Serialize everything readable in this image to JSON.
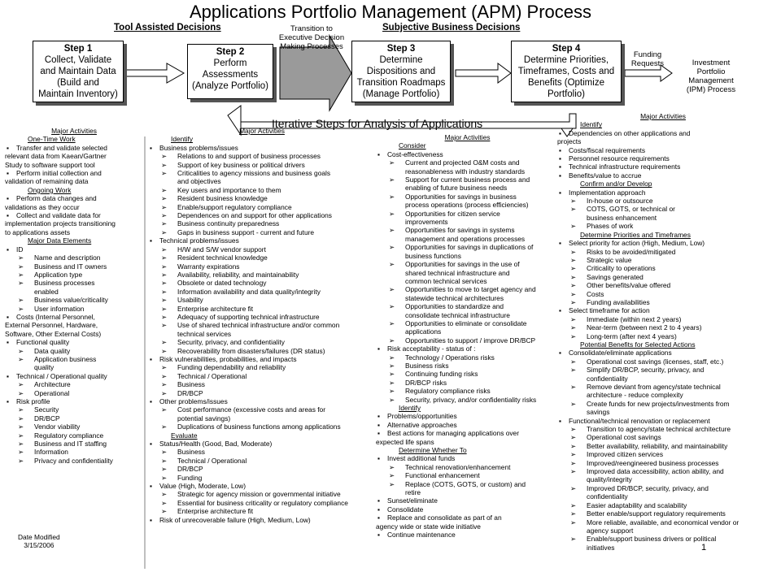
{
  "title": "Applications Portfolio Management (APM) Process",
  "sections": {
    "tool_assisted": "Tool Assisted Decisions",
    "subjective": "Subjective Business Decisions"
  },
  "steps": [
    {
      "head": "Step 1",
      "lines": [
        "Collect, Validate",
        "and Maintain Data",
        "(Build and",
        "Maintain Inventory)"
      ]
    },
    {
      "head": "Step 2",
      "lines": [
        "Perform",
        "Assessments",
        "(Analyze Portfolio)"
      ]
    },
    {
      "head": "Step 3",
      "lines": [
        "Determine",
        "Dispositions and",
        "Transition Roadmaps",
        "(Manage Portfolio)"
      ]
    },
    {
      "head": "Step 4",
      "lines": [
        "Determine Priorities,",
        "Timeframes, Costs and",
        "Benefits (Optimize",
        "Portfolio)"
      ]
    }
  ],
  "transition_label": [
    "Transition to",
    "Executive Decision",
    "Making Processes"
  ],
  "funding_label": [
    "Funding",
    "Requests"
  ],
  "investment_label": [
    "Investment",
    "Portfolio",
    "Management",
    "(IPM) Process"
  ],
  "iterative_label": "Iterative Steps for Analysis of Applications",
  "date_modified": [
    "Date Modified",
    "3/15/2006"
  ],
  "page_number": "1",
  "col1": [
    [
      "h",
      "Major Activities"
    ],
    [
      "u",
      "One-Time Work"
    ],
    [
      "b",
      "Transfer and validate selected"
    ],
    [
      "t",
      "relevant data from Kaean/Gartner"
    ],
    [
      "t",
      "Study to software support tool"
    ],
    [
      "b",
      "Perform initial collection and"
    ],
    [
      "t",
      "validation of remaining data"
    ],
    [
      "u",
      "Ongoing Work"
    ],
    [
      "b",
      "Perform data changes and"
    ],
    [
      "t",
      "validations as they occur"
    ],
    [
      "b",
      "Collect and validate data for"
    ],
    [
      "t",
      "implementation projects transitioning"
    ],
    [
      "t",
      "to applications assets"
    ],
    [
      "u",
      "Major Data Elements"
    ],
    [
      "b",
      "ID"
    ],
    [
      "a",
      "Name and description"
    ],
    [
      "a",
      "Business and IT owners"
    ],
    [
      "a",
      "Application type"
    ],
    [
      "a",
      "Business processes"
    ],
    [
      "a2",
      "enabled"
    ],
    [
      "a",
      "Business value/criticality"
    ],
    [
      "a",
      "User information"
    ],
    [
      "b",
      "Costs (Internal Personnel,"
    ],
    [
      "t",
      "External Personnel, Hardware,"
    ],
    [
      "t",
      "Software, Other External Costs)"
    ],
    [
      "b",
      "Functional quality"
    ],
    [
      "a",
      "Data quality"
    ],
    [
      "a",
      "Application business"
    ],
    [
      "a2",
      "quality"
    ],
    [
      "b",
      "Technical / Operational quality"
    ],
    [
      "a",
      "Architecture"
    ],
    [
      "a",
      "Operational"
    ],
    [
      "b",
      "Risk profile"
    ],
    [
      "a",
      "Security"
    ],
    [
      "a",
      "DR/BCP"
    ],
    [
      "a",
      "Vendor viability"
    ],
    [
      "a",
      "Regulatory compliance"
    ],
    [
      "a",
      "Business and IT staffing"
    ],
    [
      "a",
      "Information"
    ],
    [
      "a",
      "Privacy and confidentiality"
    ]
  ],
  "col2": [
    [
      "h",
      "Major Activities"
    ],
    [
      "u",
      "Identify"
    ],
    [
      "b",
      "Business problems/issues"
    ],
    [
      "a",
      "Relations to and support of business processes"
    ],
    [
      "a",
      "Support of key business or political drivers"
    ],
    [
      "a",
      "Criticalities to agency missions and business goals"
    ],
    [
      "a2",
      "and objectives"
    ],
    [
      "a",
      "Key users and importance to them"
    ],
    [
      "a",
      "Resident business knowledge"
    ],
    [
      "a",
      "Enable/support regulatory compliance"
    ],
    [
      "a",
      "Dependences on and support for other applications"
    ],
    [
      "a",
      "Business continuity preparedness"
    ],
    [
      "a",
      "Gaps in business support - current and future"
    ],
    [
      "b",
      "Technical problems/issues"
    ],
    [
      "a",
      "H/W and S/W vendor support"
    ],
    [
      "a",
      "Resident technical knowledge"
    ],
    [
      "a",
      "Warranty expirations"
    ],
    [
      "a",
      "Availability, reliability, and maintainability"
    ],
    [
      "a",
      "Obsolete or dated technology"
    ],
    [
      "a",
      "Information availability and data quality/integrity"
    ],
    [
      "a",
      "Usability"
    ],
    [
      "a",
      "Enterprise architecture fit"
    ],
    [
      "a",
      "Adequacy of supporting technical infrastructure"
    ],
    [
      "a",
      "Use of shared technical infrastructure and/or common"
    ],
    [
      "a2",
      "technical services"
    ],
    [
      "a",
      "Security, privacy, and confidentiality"
    ],
    [
      "a",
      "Recoverability from disasters/failures (DR status)"
    ],
    [
      "b",
      "Risk vulnerabilities, probabilities, and impacts"
    ],
    [
      "a",
      "Funding dependability and reliability"
    ],
    [
      "a",
      "Technical / Operational"
    ],
    [
      "a",
      "Business"
    ],
    [
      "a",
      "DR/BCP"
    ],
    [
      "b",
      "Other problems/issues"
    ],
    [
      "a",
      "Cost performance (excessive costs and areas for"
    ],
    [
      "a2",
      "potential savings)"
    ],
    [
      "a",
      "Duplications of business functions among applications"
    ],
    [
      "u",
      "Evaluate"
    ],
    [
      "b",
      "Status/Health (Good, Bad, Moderate)"
    ],
    [
      "a",
      "Business"
    ],
    [
      "a",
      "Technical / Operational"
    ],
    [
      "a",
      "DR/BCP"
    ],
    [
      "a",
      "Funding"
    ],
    [
      "b",
      "Value (High, Moderate, Low)"
    ],
    [
      "a",
      "Strategic for agency mission or governmental initiative"
    ],
    [
      "a",
      "Essential for business criticality or regulatory compliance"
    ],
    [
      "a",
      "Enterprise architecture fit"
    ],
    [
      "b",
      "Risk of unrecoverable failure (High, Medium, Low)"
    ]
  ],
  "col3": [
    [
      "h",
      "Major Activities"
    ],
    [
      "u",
      "Consider"
    ],
    [
      "b",
      "Cost-effectiveness"
    ],
    [
      "a",
      "Current and projected O&M costs and"
    ],
    [
      "a2",
      "reasonableness with industry standards"
    ],
    [
      "a",
      "Support for current business process and"
    ],
    [
      "a2",
      "enabling of future business needs"
    ],
    [
      "a",
      "Opportunities for savings in business"
    ],
    [
      "a2",
      "process operations (process efficiencies)"
    ],
    [
      "a",
      "Opportunities for citizen service"
    ],
    [
      "a2",
      "improvements"
    ],
    [
      "a",
      "Opportunities for savings in systems"
    ],
    [
      "a2",
      "management and operations processes"
    ],
    [
      "a",
      "Opportunities for savings in duplications of"
    ],
    [
      "a2",
      "business functions"
    ],
    [
      "a",
      "Opportunities for savings in the use of"
    ],
    [
      "a2",
      "shared technical infrastructure and"
    ],
    [
      "a2",
      "common technical services"
    ],
    [
      "a",
      "Opportunities to move to target agency and"
    ],
    [
      "a2",
      "statewide technical architectures"
    ],
    [
      "a",
      "Opportunities to standardize and"
    ],
    [
      "a2",
      "consolidate technical infrastructure"
    ],
    [
      "a",
      "Opportunities to eliminate or consolidate"
    ],
    [
      "a2",
      "applications"
    ],
    [
      "a",
      "Opportunities to support / improve DR/BCP"
    ],
    [
      "b",
      "Risk acceptability - status of :"
    ],
    [
      "a",
      "Technology / Operations risks"
    ],
    [
      "a",
      "Business risks"
    ],
    [
      "a",
      "Continuing funding risks"
    ],
    [
      "a",
      "DR/BCP risks"
    ],
    [
      "a",
      "Regulatory compliance risks"
    ],
    [
      "a",
      "Security, privacy, and/or confidentiality risks"
    ],
    [
      "u",
      "Identify"
    ],
    [
      "b",
      "Problems/opportunities"
    ],
    [
      "b",
      "Alternative approaches"
    ],
    [
      "b",
      "Best actions for managing applications over"
    ],
    [
      "t",
      "expected life spans"
    ],
    [
      "u",
      "Determine Whether To"
    ],
    [
      "b",
      "Invest additional funds"
    ],
    [
      "a",
      "Technical renovation/enhancement"
    ],
    [
      "a",
      "Functional enhancement"
    ],
    [
      "a",
      "Replace (COTS, GOTS, or custom) and"
    ],
    [
      "a2",
      "retire"
    ],
    [
      "b",
      "Sunset/eliminate"
    ],
    [
      "b",
      "Consolidate"
    ],
    [
      "b",
      "Replace and consolidate as part of an"
    ],
    [
      "t",
      "agency wide or state wide initiative"
    ],
    [
      "b",
      "Continue maintenance"
    ]
  ],
  "col4": [
    [
      "h",
      "Major Activities"
    ],
    [
      "u",
      "Identify"
    ],
    [
      "b",
      "Dependencies on other applications and"
    ],
    [
      "t",
      "projects"
    ],
    [
      "b",
      "Costs/fiscal requirements"
    ],
    [
      "b",
      "Personnel resource requirements"
    ],
    [
      "b",
      "Technical infrastructure requirements"
    ],
    [
      "b",
      "Benefits/value to accrue"
    ],
    [
      "u",
      "Confirm and/or Develop"
    ],
    [
      "b",
      "Implementation approach"
    ],
    [
      "a",
      "In-house or outsource"
    ],
    [
      "a",
      "COTS, GOTS, or technical or"
    ],
    [
      "a2",
      "business enhancement"
    ],
    [
      "a",
      "Phases of work"
    ],
    [
      "u",
      "Determine Priorities and Timeframes"
    ],
    [
      "b",
      "Select priority for action (High, Medium, Low)"
    ],
    [
      "a",
      "Risks to be avoided/mitigated"
    ],
    [
      "a",
      "Strategic value"
    ],
    [
      "a",
      "Criticality to operations"
    ],
    [
      "a",
      "Savings generated"
    ],
    [
      "a",
      "Other benefits/value offered"
    ],
    [
      "a",
      "Costs"
    ],
    [
      "a",
      "Funding availabilities"
    ],
    [
      "b",
      "Select timeframe for action"
    ],
    [
      "a",
      "Immediate (within next 2 years)"
    ],
    [
      "a",
      "Near-term (between next 2 to 4 years)"
    ],
    [
      "a",
      "Long-term (after next 4 years)"
    ],
    [
      "u",
      "Potential Benefits for Selected Actions"
    ],
    [
      "b",
      "Consolidate/eliminate applications"
    ],
    [
      "a",
      "Operational cost savings (licenses, staff, etc.)"
    ],
    [
      "a",
      "Simplify DR/BCP, security, privacy, and"
    ],
    [
      "a2",
      "confidentiality"
    ],
    [
      "a",
      "Remove deviant from agency/state technical"
    ],
    [
      "a2",
      "architecture - reduce complexity"
    ],
    [
      "a",
      "Create funds for new projects/investments from"
    ],
    [
      "a2",
      "savings"
    ],
    [
      "b",
      "Functional/technical renovation or replacement"
    ],
    [
      "a",
      "Transition to agency/state technical architecture"
    ],
    [
      "a",
      "Operational cost savings"
    ],
    [
      "a",
      "Better availability, reliability, and maintainability"
    ],
    [
      "a",
      "Improved citizen services"
    ],
    [
      "a",
      "Improved/reengineered business processes"
    ],
    [
      "a",
      "Improved data accessibility, action ability, and"
    ],
    [
      "a2",
      "quality/integrity"
    ],
    [
      "a",
      "Improved DR/BCP, security, privacy, and"
    ],
    [
      "a2",
      "confidentiality"
    ],
    [
      "a",
      "Easier adaptability and scalability"
    ],
    [
      "a",
      "Better enable/support regulatory requirements"
    ],
    [
      "a",
      "More reliable, available, and economical vendor or"
    ],
    [
      "a2",
      "agency support"
    ],
    [
      "a",
      "Enable/support business drivers or political"
    ],
    [
      "a2",
      "initiatives"
    ]
  ]
}
